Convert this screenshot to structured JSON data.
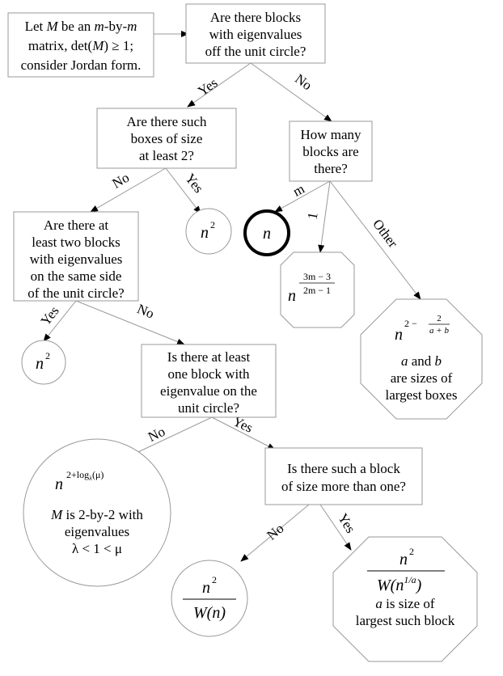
{
  "start": {
    "line1_pre": "Let ",
    "line1_M": "M",
    "line1_mid": " be an ",
    "line1_m1": "m",
    "line1_by": "-by-",
    "line1_m2": "m",
    "line2_pre": "matrix, det(",
    "line2_M": "M",
    "line2_post": ") ≥ 1;",
    "line3": "consider Jordan form."
  },
  "q_off_circle": {
    "lines": [
      "Are there blocks",
      "with eigenvalues",
      "off the unit circle?"
    ]
  },
  "q_size2": {
    "lines": [
      "Are there such",
      "boxes of size",
      "at least 2?"
    ]
  },
  "q_how_many": {
    "lines": [
      "How many",
      "blocks are",
      "there?"
    ]
  },
  "q_two_blocks": {
    "lines": [
      "Are there at",
      "least two blocks",
      "with eigenvalues",
      "on the same side",
      "of the unit circle?"
    ]
  },
  "q_on_circle": {
    "lines": [
      "Is there at least",
      "one block with",
      "eigenvalue on the",
      "unit circle?"
    ]
  },
  "q_size_more": {
    "lines": [
      "Is there such a block",
      "of size more than one?"
    ]
  },
  "edges": {
    "yes": "Yes",
    "no": "No",
    "m": "m",
    "one": "1",
    "other": "Other"
  },
  "results": {
    "n_squared": {
      "base": "n",
      "exp": "2"
    },
    "n": {
      "base": "n"
    },
    "frac_exp": {
      "base": "n",
      "num": "3m − 3",
      "den": "2m − 1"
    },
    "other": {
      "base": "n",
      "exp_pre": "2 −",
      "exp_num": "2",
      "exp_den": "a + b",
      "desc_a": "a",
      "desc_and": " and ",
      "desc_b": "b",
      "desc2": "are sizes of",
      "desc3": "largest boxes"
    },
    "log": {
      "base": "n",
      "exp_pre": "2+log",
      "exp_sub": "λ",
      "exp_post": "(μ)",
      "desc_M": "M",
      "desc1_post": " is 2-by-2 with",
      "desc2": "eigenvalues",
      "desc3": "λ < 1 < μ"
    },
    "w_n": {
      "num_base": "n",
      "num_exp": "2",
      "den": "W(n)"
    },
    "w_na": {
      "num_base": "n",
      "num_exp": "2",
      "den_pre": "W(n",
      "den_exp": "1/a",
      "den_post": ")",
      "desc_a": "a",
      "desc1_post": " is size of",
      "desc2": "largest such block"
    }
  },
  "colors": {
    "stroke": "#999999",
    "text": "#000000",
    "bold_ring": "#000000",
    "background": "#ffffff"
  }
}
